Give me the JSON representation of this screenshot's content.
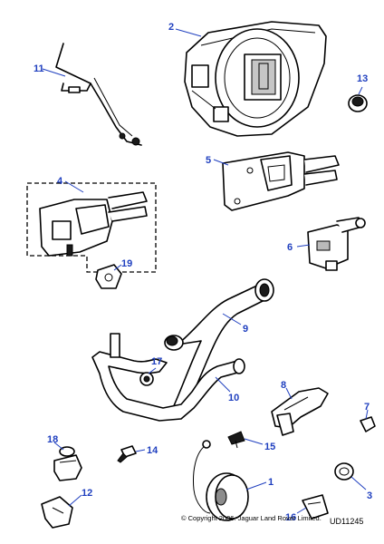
{
  "callouts": {
    "c1": "1",
    "c2": "2",
    "c3": "3",
    "c4": "4",
    "c5": "5",
    "c6": "6",
    "c7": "7",
    "c8": "8",
    "c9": "9",
    "c10": "10",
    "c11": "11",
    "c12": "12",
    "c13": "13",
    "c14": "14",
    "c15": "15",
    "c16": "16",
    "c17": "17",
    "c18": "18",
    "c19": "19"
  },
  "footer": {
    "copyright": "© Copyright 2006. Jaguar Land Rover Limited.",
    "diagram_id": "UD11245"
  },
  "colors": {
    "callout": "#1f3fbf",
    "line": "#000000"
  }
}
